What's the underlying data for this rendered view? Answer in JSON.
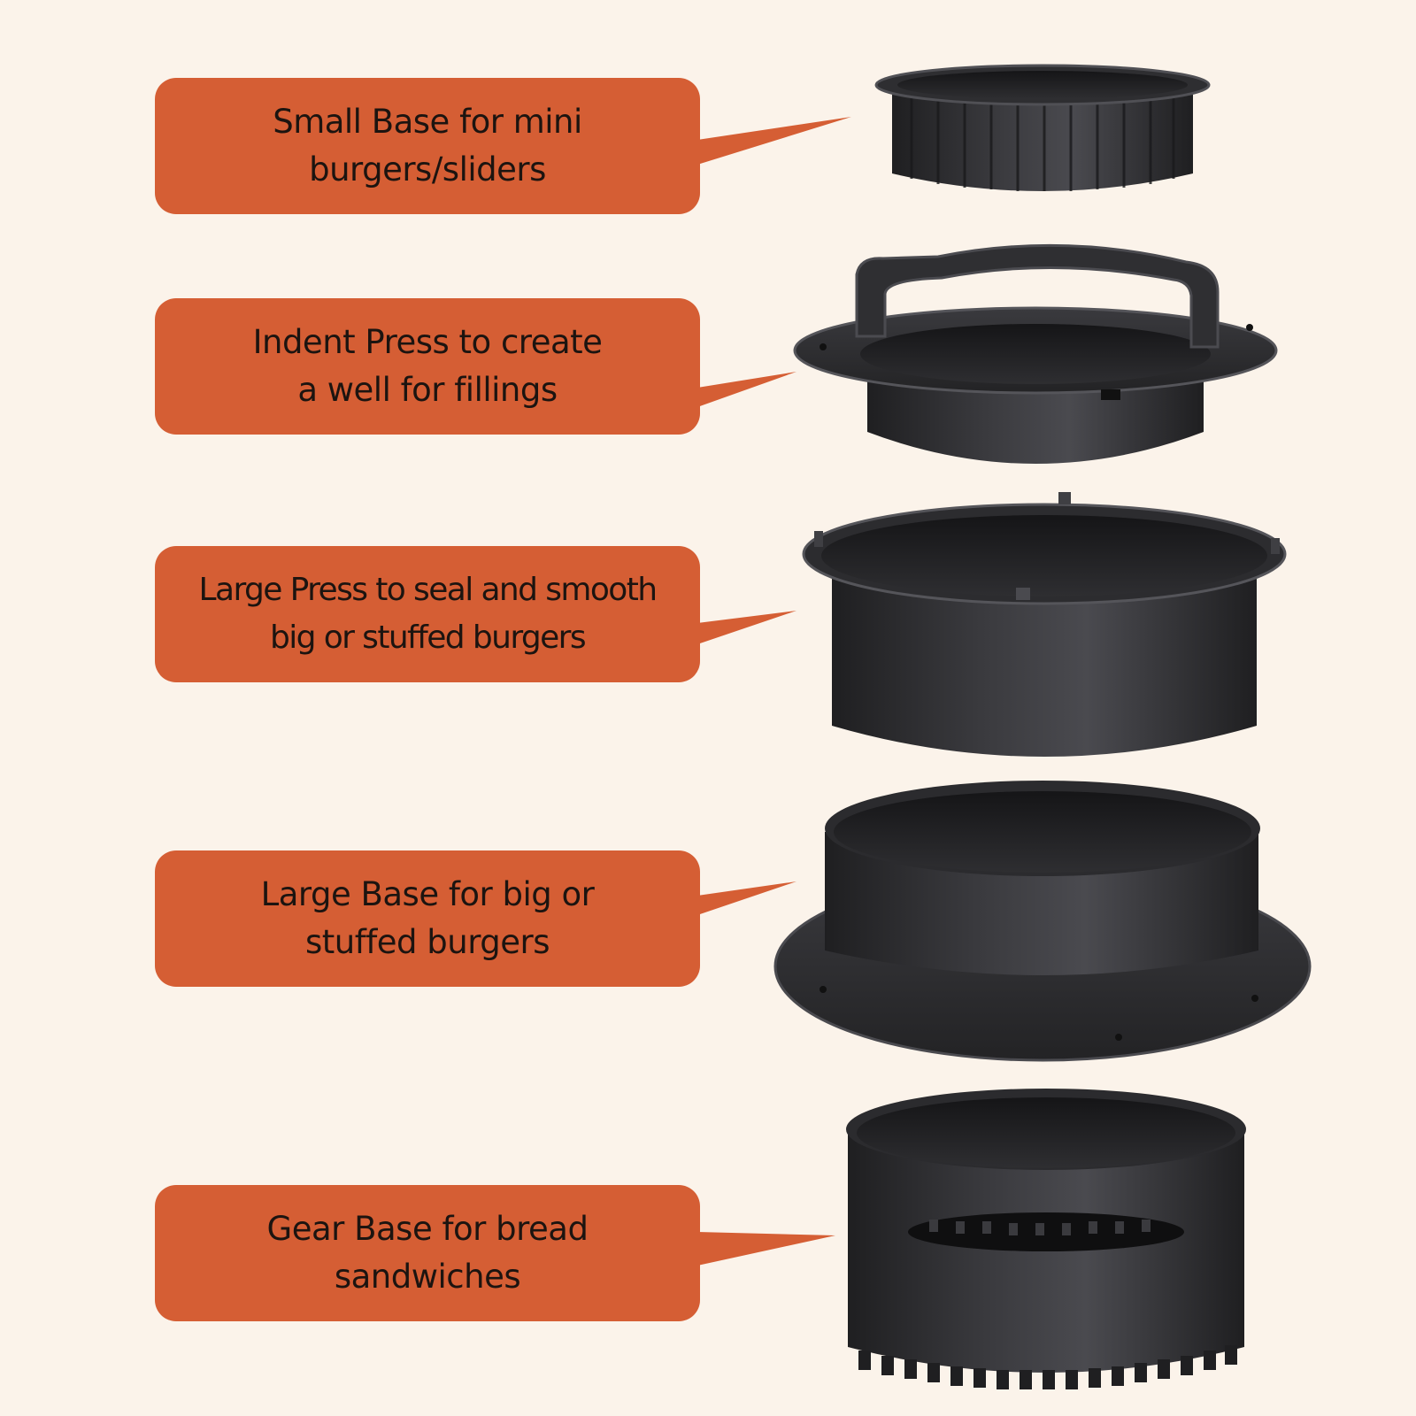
{
  "colors": {
    "background": "#fbf3ea",
    "label_fill": "#d55e34",
    "label_text": "#1c1410",
    "part_dark": "#2b2b2d",
    "part_mid": "#3a3a3d",
    "part_highlight": "#5a5a5e"
  },
  "labels": [
    {
      "id": "small-base",
      "lines": [
        "Small Base for mini",
        "burgers/sliders"
      ]
    },
    {
      "id": "indent-press",
      "lines": [
        "Indent Press to create",
        "a well for fillings"
      ]
    },
    {
      "id": "large-press",
      "lines": [
        "Large Press to seal and smooth",
        "big or stuffed burgers"
      ]
    },
    {
      "id": "large-base",
      "lines": [
        "Large Base for big or",
        "stuffed burgers"
      ]
    },
    {
      "id": "gear-base",
      "lines": [
        "Gear Base for bread",
        "sandwiches"
      ]
    }
  ],
  "parts": [
    {
      "id": "small-base",
      "icon": "small-base-mold"
    },
    {
      "id": "indent-press",
      "icon": "indent-press-handle"
    },
    {
      "id": "large-press",
      "icon": "large-press-ring"
    },
    {
      "id": "large-base",
      "icon": "large-base-flanged"
    },
    {
      "id": "gear-base",
      "icon": "gear-base-toothed"
    }
  ]
}
